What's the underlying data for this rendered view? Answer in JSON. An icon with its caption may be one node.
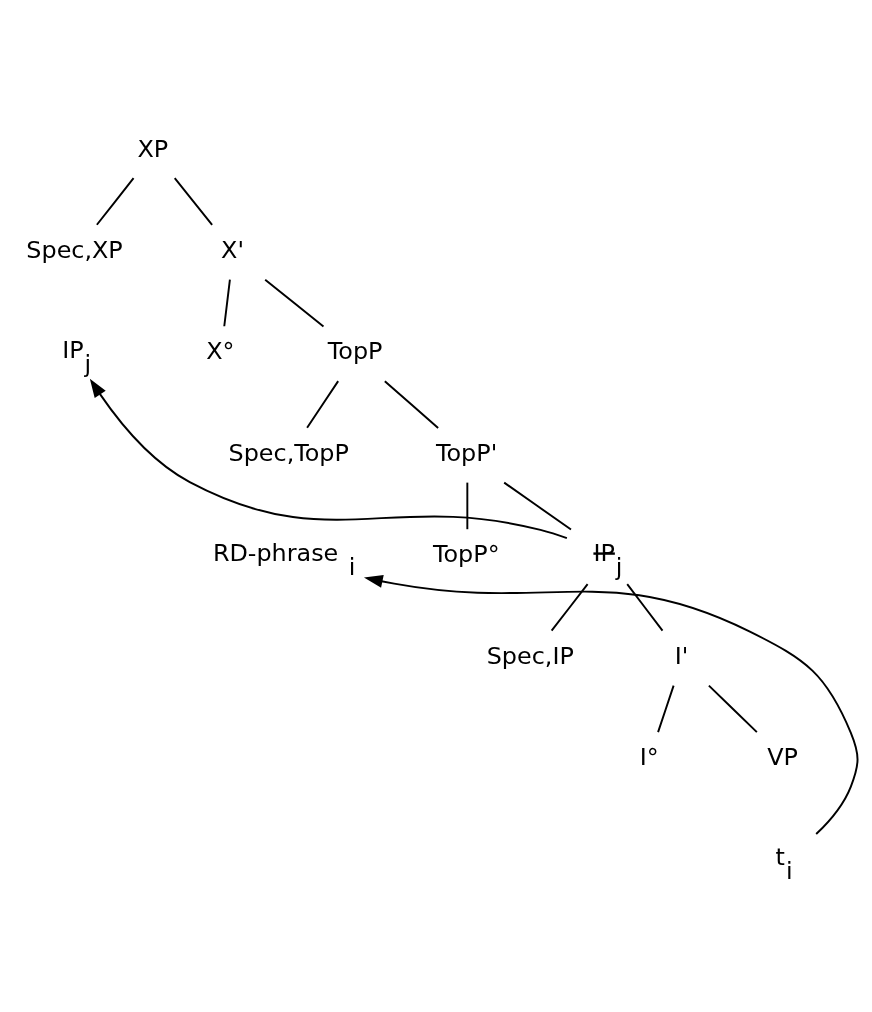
{
  "diagram": {
    "nodes": [
      {
        "text": [
          "XP"
        ]
      },
      {
        "text": [
          "Spec,XP"
        ]
      },
      {
        "text": [
          "IP$_{j}$"
        ]
      },
      {
        "text": [
          "X'"
        ]
      },
      {
        "text": [
          "X°"
        ]
      },
      {
        "text": [
          "TopP"
        ]
      },
      {
        "text": [
          "Spec,TopP"
        ]
      },
      {
        "text": [
          "RD-phrase $_{i}$"
        ]
      },
      {
        "text": [
          "TopP'"
        ]
      },
      {
        "text": [
          "TopP°"
        ]
      },
      {
        "text": [
          "IP$_{j}$"
        ]
      },
      {
        "text": [
          "Spec,IP"
        ]
      },
      {
        "text": [
          "I'"
        ]
      },
      {
        "text": [
          "I°"
        ]
      },
      {
        "text": [
          "VP"
        ]
      },
      {
        "text": [
          "t$_{i}$"
        ]
      }
    ],
    "edges": [
      {
        "from": 0,
        "to": 1,
        "arrow": "none"
      },
      {
        "from": 0,
        "to": 3,
        "arrow": "none"
      },
      {
        "from": 3,
        "to": 4,
        "arrow": "none"
      },
      {
        "from": 3,
        "to": 5,
        "arrow": "none"
      },
      {
        "from": 5,
        "to": 6,
        "arrow": "none"
      },
      {
        "from": 5,
        "to": 8,
        "arrow": "none"
      },
      {
        "from": 8,
        "to": 9,
        "arrow": "none"
      },
      {
        "from": 8,
        "to": 10,
        "arrow": "none"
      },
      {
        "from": 10,
        "to": 11,
        "arrow": "none"
      },
      {
        "from": 10,
        "to": 12,
        "arrow": "none"
      },
      {
        "from": 12,
        "to": 13,
        "arrow": "none"
      },
      {
        "from": 12,
        "to": 14,
        "arrow": "none"
      },
      {
        "from": 10,
        "to": 2,
        "arrow": "to"
      },
      {
        "from": 15,
        "to": 7,
        "arrow": "to"
      }
    ]
  }
}
